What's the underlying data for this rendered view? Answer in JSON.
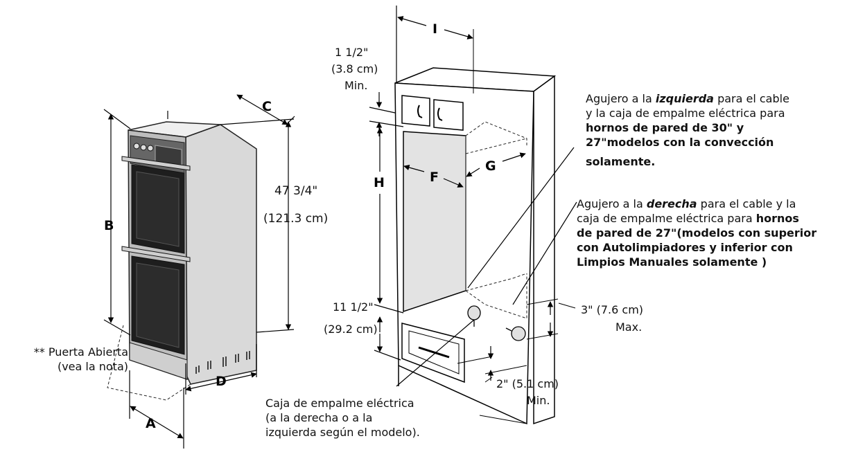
{
  "labels": {
    "A": "A",
    "B": "B",
    "C": "C",
    "D": "D",
    "F": "F",
    "G": "G",
    "H": "H",
    "I": "I"
  },
  "dims": {
    "height_frac": "47 3/4\"",
    "height_cm": "(121.3 cm)",
    "top_frac": "1 1/2\"",
    "top_cm": "(3.8 cm)",
    "top_min": "Min.",
    "bottom_frac": "11 1/2\"",
    "bottom_cm": "(29.2 cm)",
    "max_in": "3\" (7.6 cm)",
    "max_word": "Max.",
    "min_in": "2\" (5.1 cm)",
    "min_word": "Min."
  },
  "door_note": {
    "line1": "** Puerta Abierta",
    "line2": "(vea la nota)"
  },
  "left_hole": {
    "p1": "Agujero a la ",
    "em": "izquierda",
    "p2": " para el cable",
    "line2": "y la caja de empalme eléctrica para",
    "bold1": "hornos de pared de 30\" y",
    "bold2": "27\"modelos con la convección",
    "bold3": "solamente."
  },
  "right_hole": {
    "p1": "Agujero a la ",
    "em": "derecha",
    "p2": " para el cable y la",
    "line2a": "caja de empalme eléctrica para ",
    "line2b": "hornos",
    "bold1": "de pared de 27\"(modelos con superior",
    "bold2": "con Autolimpiadores y inferior con",
    "bold3": "Limpios Manuales solamente )"
  },
  "junction": {
    "line1": "Caja de empalme eléctrica",
    "line2": "(a la derecha o a la",
    "line3": "izquierda según el modelo)."
  }
}
